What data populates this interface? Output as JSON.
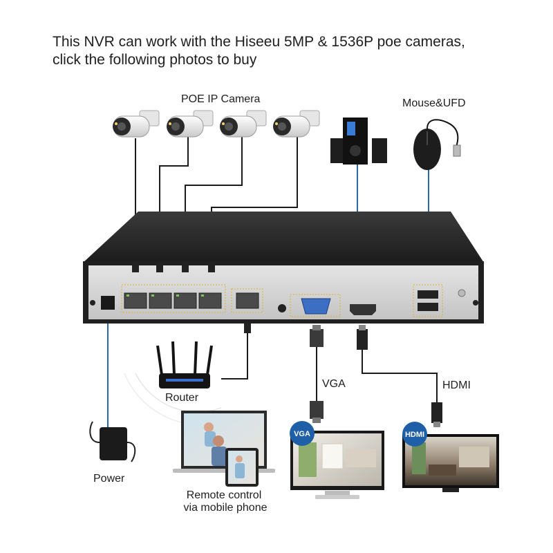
{
  "headline": {
    "line1": "This NVR can work with the Hiseeu 5MP & 1536P poe cameras,",
    "line2": "click the following photos to buy"
  },
  "labels": {
    "poe_camera": "POE IP Camera",
    "mouse_ufd": "Mouse&UFD",
    "router": "Router",
    "power": "Power",
    "remote_line1": "Remote control",
    "remote_line2": "via mobile phone",
    "vga": "VGA",
    "hdmi": "HDMI"
  },
  "badges": {
    "vga": "VGA",
    "hdmi": "HDMI"
  },
  "colors": {
    "blue_cable": "#2a6aa0",
    "black_cable": "#1a1a1a",
    "nvr_top": "#2b2b2b",
    "nvr_front": "#d6d6d6",
    "badge_blue": "#1f5fa8"
  }
}
